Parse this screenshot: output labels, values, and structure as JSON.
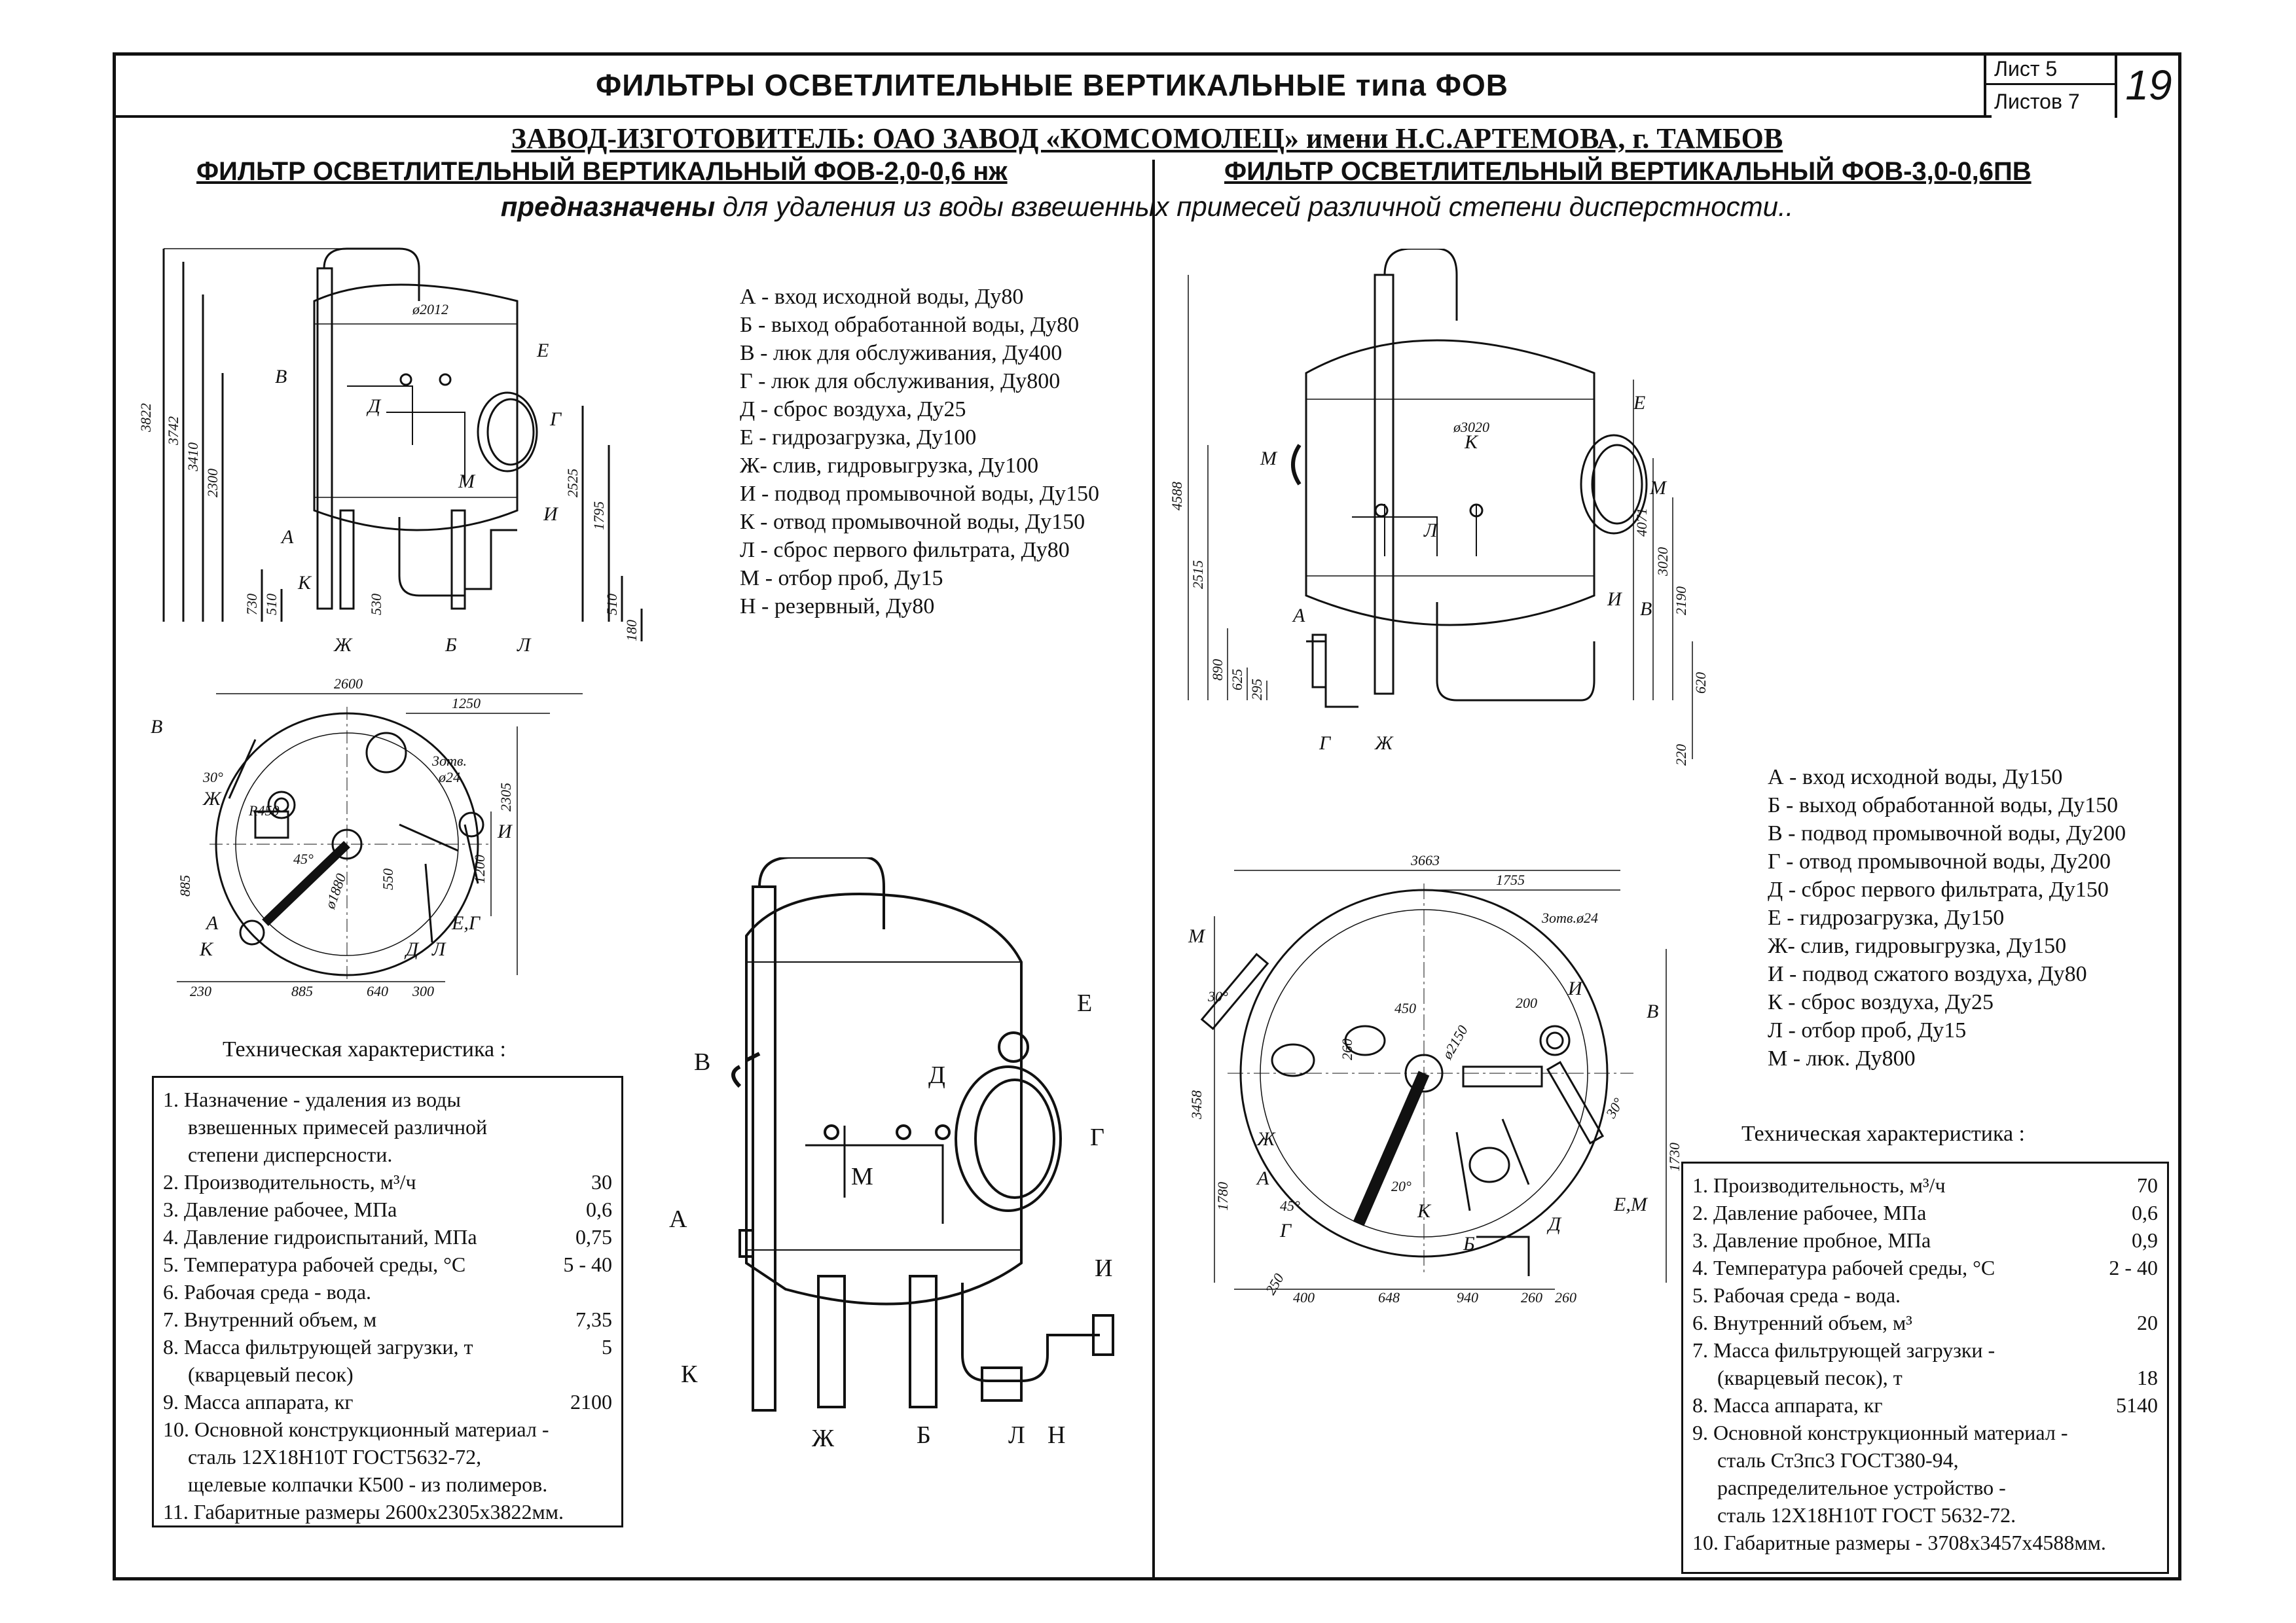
{
  "header": {
    "title": "ФИЛЬТРЫ ОСВЕТЛИТЕЛЬНЫЕ ВЕРТИКАЛЬНЫЕ типа ФОВ",
    "sheet_label": "Лист 5",
    "sheets_label": "Листов 7",
    "page_number": "19"
  },
  "manufacturer": "ЗАВОД-ИЗГОТОВИТЕЛЬ: ОАО ЗАВОД «КОМСОМОЛЕЦ» имени Н.С.АРТЕМОВА, г. ТАМБОВ",
  "left_title": "ФИЛЬТР ОСВЕТЛИТЕЛЬНЫЙ ВЕРТИКАЛЬНЫЙ ФОВ-2,0-0,6 нж",
  "right_title": "ФИЛЬТР ОСВЕТЛИТЕЛЬНЫЙ ВЕРТИКАЛЬНЫЙ ФОВ-3,0-0,6ПВ",
  "purpose": {
    "bold": "предназначены",
    "rest": " для удаления из воды взвешенных примесей различной степени дисперстности.."
  },
  "left": {
    "legend": [
      "А - вход исходной воды, Ду80",
      "Б - выход обработанной воды, Ду80",
      "В - люк для обслуживания, Ду400",
      "Г - люк для обслуживания, Ду800",
      "Д - сброс воздуха, Ду25",
      "Е - гидрозагрузка, Ду100",
      "Ж- слив, гидровыгрузка, Ду100",
      "И - подвод промывочной воды, Ду150",
      "К - отвод промывочной воды, Ду150",
      "Л - сброс первого фильтрата, Ду80",
      "М - отбор проб, Ду15",
      "Н - резервный, Ду80"
    ],
    "spec_title": "Техническая характеристика :",
    "spec": [
      {
        "n": "1.",
        "text": "Назначение - удаления из воды",
        "value": "",
        "cont": [
          "взвешенных примесей различной",
          "степени  дисперсности."
        ]
      },
      {
        "n": "2.",
        "text": "Производительность, м³/ч",
        "value": "30"
      },
      {
        "n": "3.",
        "text": "Давление рабочее,  МПа",
        "value": "0,6"
      },
      {
        "n": "4.",
        "text": "Давление гидроиспытаний,  МПа",
        "value": "0,75"
      },
      {
        "n": "5.",
        "text": "Температура рабочей среды, °С",
        "value": "5 - 40"
      },
      {
        "n": "6.",
        "text": "Рабочая среда - вода.",
        "value": ""
      },
      {
        "n": "7.",
        "text": "Внутренний объем, м",
        "value": "7,35"
      },
      {
        "n": "8.",
        "text": "Масса фильтрующей загрузки, т",
        "value": "5",
        "cont": [
          "(кварцевый песок)"
        ]
      },
      {
        "n": "9.",
        "text": "Масса аппарата, кг",
        "value": "2100"
      },
      {
        "n": "10.",
        "text": "Основной конструкционный материал -",
        "value": "",
        "cont": [
          "сталь 12Х18Н10Т ГОСТ5632-72,",
          "щелевые колпачки К500 - из полимеров."
        ]
      },
      {
        "n": "11.",
        "text": "Габаритные размеры 2600х2305х3822мм.",
        "value": ""
      }
    ],
    "drawing_labels": {
      "elev": [
        "В",
        "Д",
        "Г",
        "Е",
        "А",
        "К",
        "М",
        "И",
        "Ж",
        "Б",
        "Л"
      ],
      "elev_dims": [
        "3822",
        "3742",
        "3410",
        "2300",
        "730",
        "510",
        "530",
        "2525",
        "1795",
        "510",
        "180",
        "ø2012"
      ],
      "plan_labels": [
        "В",
        "Ж",
        "И",
        "А",
        "К",
        "Е,Г",
        "Д",
        "Л"
      ],
      "plan_dims": [
        "2600",
        "1250",
        "30°",
        "R450",
        "45°",
        "ø1880",
        "885",
        "550",
        "1200",
        "2305",
        "230",
        "885",
        "640",
        "300",
        "3отв.",
        "ø24"
      ],
      "iso_labels": [
        "В",
        "Д",
        "Е",
        "Г",
        "М",
        "А",
        "К",
        "Ж",
        "Б",
        "Л",
        "Н",
        "И"
      ]
    }
  },
  "right": {
    "legend": [
      "А - вход исходной воды, Ду150",
      "Б - выход обработанной воды, Ду150",
      "В - подвод промывочной воды, Ду200",
      "Г - отвод промывочной воды, Ду200",
      "Д - сброс первого фильтрата, Ду150",
      "Е - гидрозагрузка, Ду150",
      "Ж- слив, гидровыгрузка, Ду150",
      "И - подвод сжатого воздуха, Ду80",
      "К - сброс воздуха, Ду25",
      "Л - отбор проб, Ду15",
      "М - люк. Ду800"
    ],
    "spec_title": "Техническая характеристика :",
    "spec": [
      {
        "n": "1.",
        "text": "Производительность, м³/ч",
        "value": "70"
      },
      {
        "n": "2.",
        "text": "Давление рабочее, МПа",
        "value": "0,6"
      },
      {
        "n": "3.",
        "text": "Давление пробное, МПа",
        "value": "0,9"
      },
      {
        "n": "4.",
        "text": "Температура рабочей среды, °С",
        "value": "2 - 40"
      },
      {
        "n": "5.",
        "text": "Рабочая среда - вода.",
        "value": ""
      },
      {
        "n": "6.",
        "text": "Внутренний объем, м³",
        "value": "20"
      },
      {
        "n": "7.",
        "text": "Масса фильтрующей загрузки -",
        "value": "",
        "cont2": [
          [
            "(кварцевый песок), т",
            "18"
          ]
        ]
      },
      {
        "n": "8.",
        "text": "Масса аппарата, кг",
        "value": "5140"
      },
      {
        "n": "9.",
        "text": "Основной конструкционный материал -",
        "value": "",
        "cont": [
          "сталь Ст3пс3 ГОСТ380-94,",
          "распределительное устройство -",
          "сталь 12Х18Н10Т ГОСТ 5632-72."
        ]
      },
      {
        "n": "10.",
        "text": "Габаритные размеры - 3708х3457х4588мм.",
        "value": ""
      }
    ],
    "drawing_labels": {
      "elev": [
        "М",
        "М",
        "К",
        "Е",
        "Л",
        "А",
        "И",
        "В",
        "Г",
        "Ж"
      ],
      "elev_dims": [
        "4588",
        "2515",
        "890",
        "625",
        "295",
        "ø3020",
        "4071",
        "3020",
        "2190",
        "620",
        "220"
      ],
      "plan_labels": [
        "М",
        "Ж",
        "А",
        "И",
        "В",
        "Е,М",
        "Б",
        "Г",
        "Д",
        "К"
      ],
      "plan_dims": [
        "3663",
        "1755",
        "3отв.ø24",
        "30°",
        "450",
        "260",
        "ø2150",
        "200",
        "3458",
        "1780",
        "45°",
        "20°",
        "1730",
        "30°",
        "400",
        "648",
        "940",
        "260",
        "260",
        "250"
      ]
    }
  }
}
